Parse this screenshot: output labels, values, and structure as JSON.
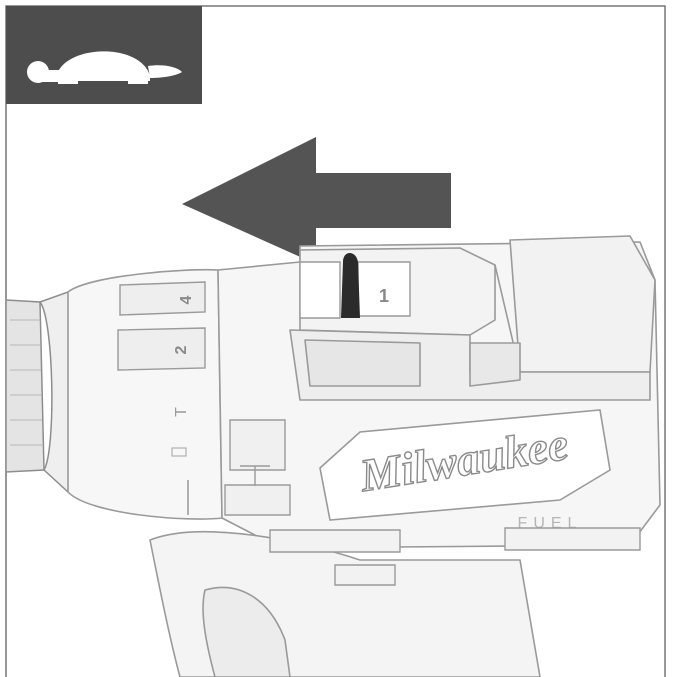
{
  "figure": {
    "speed_mode_icon": "turtle-icon",
    "direction_arrow": "arrow-left-icon",
    "brand_wordmark": "Milwaukee",
    "product_line": "FUEL",
    "speed_selector_digit": "1",
    "clutch_labels": [
      "4",
      "2"
    ],
    "ring_marks": [
      "T"
    ],
    "colors": {
      "icon_panel": "#4d4d4d",
      "arrow": "#545454",
      "selector_knob": "#2b2b2b",
      "outline": "#9a9a9a",
      "fill": "#f6f6f6"
    }
  }
}
